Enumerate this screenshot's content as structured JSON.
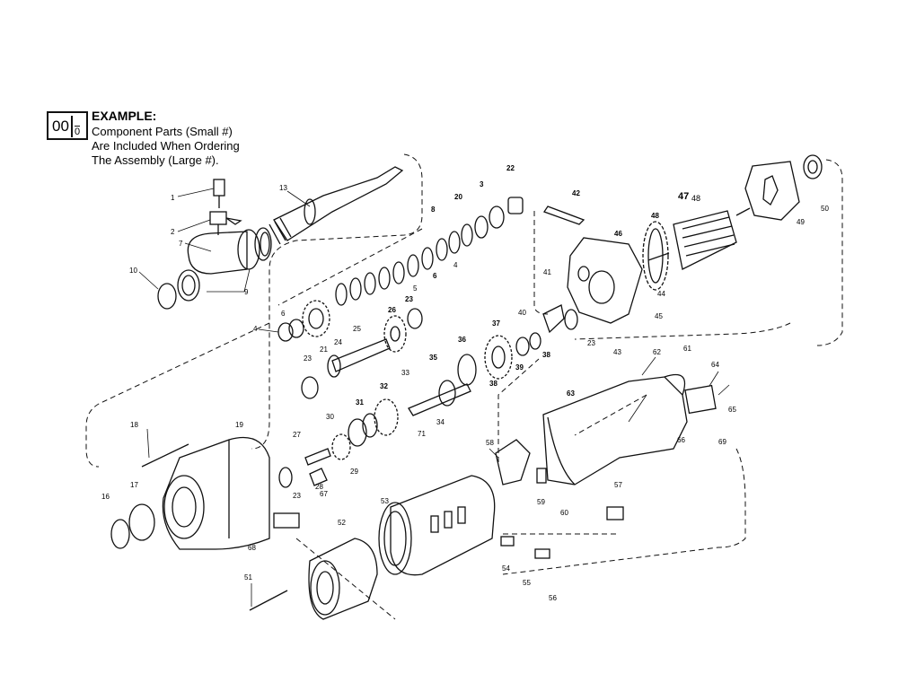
{
  "legend": {
    "big_number": "00",
    "small_number": "0",
    "title": "EXAMPLE:",
    "lines": [
      "Component Parts (Small #)",
      "Are Included When Ordering",
      "The Assembly (Large #)."
    ]
  },
  "part_labels": {
    "p1": "1",
    "p2": "2",
    "p3": "3",
    "p4a": "4",
    "p4b": "4",
    "p5": "5",
    "p6a": "6",
    "p6b": "6",
    "p7": "7",
    "p8": "8",
    "p9": "9",
    "p10": "10",
    "p13": "13",
    "p16": "16",
    "p17": "17",
    "p18": "18",
    "p19": "19",
    "p20": "20",
    "p21": "21",
    "p22": "22",
    "p23a": "23",
    "p23b": "23",
    "p23c": "23",
    "p23d": "23",
    "p24": "24",
    "p25": "25",
    "p26": "26",
    "p27": "27",
    "p28": "28",
    "p29": "29",
    "p30": "30",
    "p31": "31",
    "p32": "32",
    "p33": "33",
    "p34": "34",
    "p35": "35",
    "p36": "36",
    "p37": "37",
    "p38a": "38",
    "p38b": "38",
    "p39": "39",
    "p40": "40",
    "p41": "41",
    "p42": "42",
    "p43": "43",
    "p44": "44",
    "p45": "45",
    "p46": "46",
    "p47": "47",
    "p48a": "48",
    "p48b": "48",
    "p49": "49",
    "p50": "50",
    "p51": "51",
    "p52": "52",
    "p53": "53",
    "p54": "54",
    "p55": "55",
    "p56": "56",
    "p57": "57",
    "p58": "58",
    "p59": "59",
    "p60": "60",
    "p61": "61",
    "p62": "62",
    "p63": "63",
    "p64": "64",
    "p65": "65",
    "p66": "66",
    "p67": "67",
    "p68": "68",
    "p69": "69",
    "p71": "71"
  }
}
